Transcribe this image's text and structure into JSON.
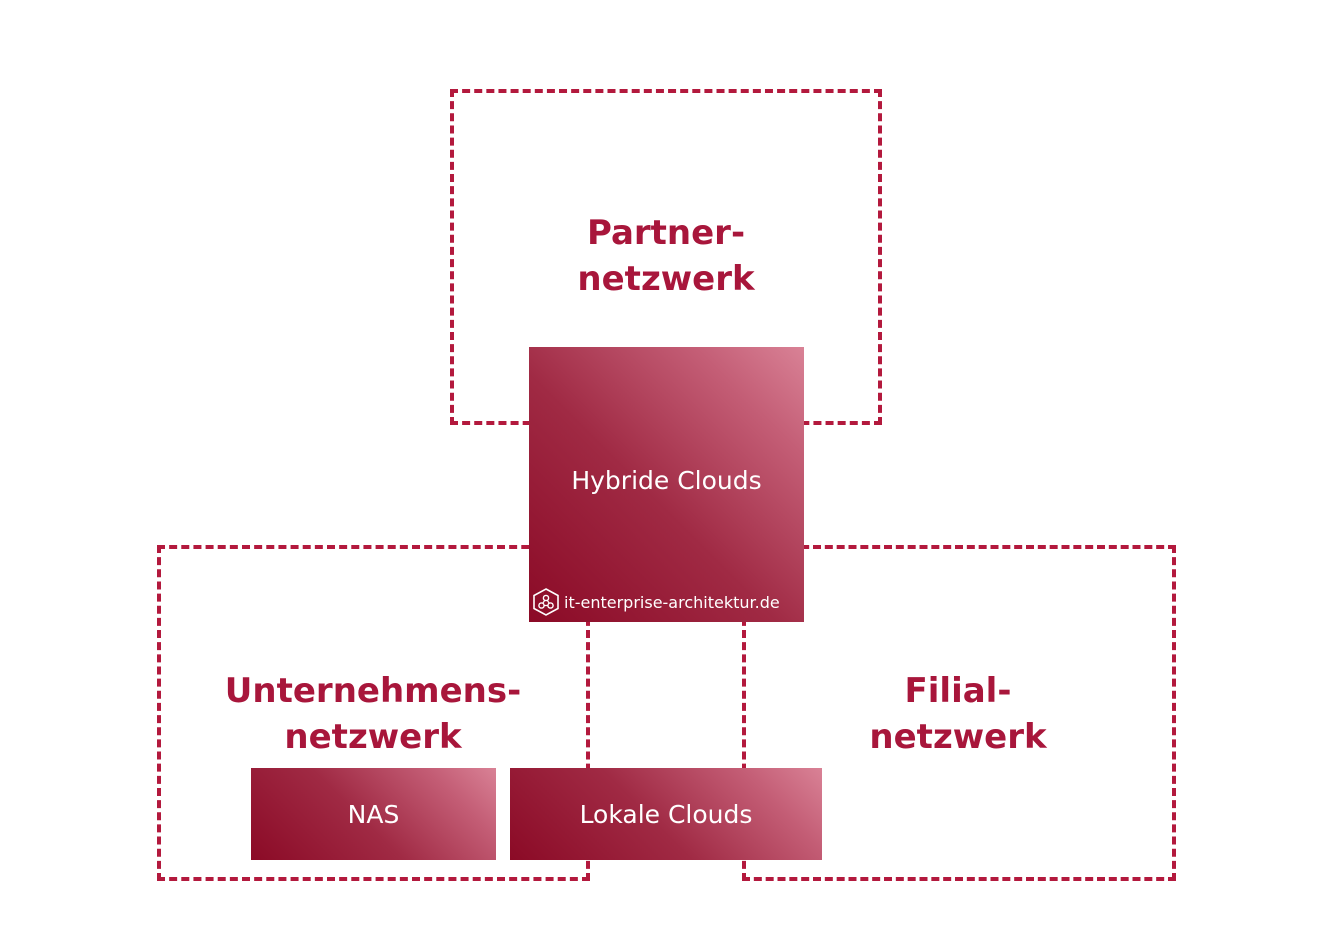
{
  "zones": {
    "partner": {
      "line1": "Partner-",
      "line2": "netzwerk"
    },
    "company": {
      "line1": "Unternehmens-",
      "line2": "netzwerk"
    },
    "branch": {
      "line1": "Filial-",
      "line2": "netzwerk"
    }
  },
  "blocks": {
    "hybrid": "Hybride Clouds",
    "nas": "NAS",
    "local": "Lokale Clouds"
  },
  "watermark": {
    "text": "it-enterprise-architektur.de",
    "icon": "hexagon-network-logo-icon"
  },
  "colors": {
    "accent": "#a8163b",
    "block_dark": "#8b0a26",
    "block_light": "#d98296",
    "text_on_block": "#ffffff"
  }
}
